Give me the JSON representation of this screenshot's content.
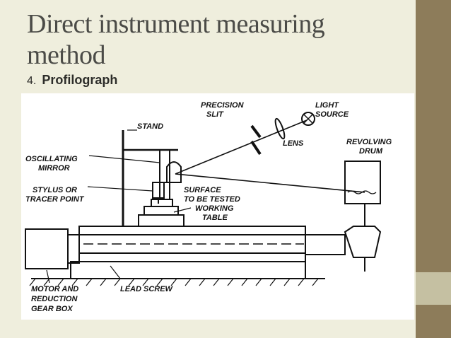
{
  "slide": {
    "title": "Direct instrument measuring method",
    "subtitle_number": "4.",
    "subtitle_name": "Profilograph"
  },
  "diagram": {
    "labels": {
      "precision_slit_1": "PRECISION",
      "precision_slit_2": "SLIT",
      "light_source_1": "LIGHT",
      "light_source_2": "SOURCE",
      "stand": "STAND",
      "lens": "LENS",
      "revolving_drum_1": "REVOLVING",
      "revolving_drum_2": "DRUM",
      "oscillating_mirror_1": "OSCILLATING",
      "oscillating_mirror_2": "MIRROR",
      "stylus_1": "STYLUS OR",
      "stylus_2": "TRACER POINT",
      "surface_1": "SURFACE",
      "surface_2": "TO BE TESTED",
      "working_table_1": "WORKING",
      "working_table_2": "TABLE",
      "motor_1": "MOTOR AND",
      "motor_2": "REDUCTION",
      "motor_3": "GEAR BOX",
      "lead_screw": "LEAD SCREW"
    }
  },
  "colors": {
    "background": "#efeedd",
    "sidebar": "#8d7c5a",
    "sidebar_block": "#c5c0a2",
    "title_text": "#4b4b47"
  }
}
